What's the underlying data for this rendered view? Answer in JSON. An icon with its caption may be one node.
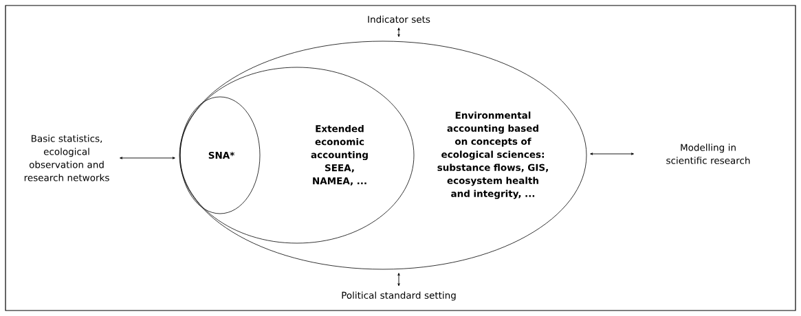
{
  "diagram": {
    "nodes": [
      {
        "text": [
          "Indicator sets"
        ]
      },
      {
        "text": [
          "Basic statistics, ecological observation and research networks"
        ]
      },
      {
        "text": [
          "Environmental accounting based on concepts of ecological sciences: substance flows, GIS, ecosystem health and integrity, ..."
        ]
      },
      {
        "text": [
          "Extended economic accounting SEEA, NAMEA, ..."
        ],
        "in": 2
      },
      {
        "text": [
          "SNA*"
        ],
        "in": 3
      },
      {
        "text": [
          "Modelling in scientific research"
        ]
      },
      {
        "text": [
          "Political standard setting"
        ]
      }
    ],
    "edges": [
      {
        "from": 0,
        "to": 2,
        "arrow": "both"
      },
      {
        "from": 1,
        "to": 2,
        "arrow": "both"
      },
      {
        "from": 2,
        "to": 5,
        "arrow": "both"
      },
      {
        "from": 2,
        "to": 6,
        "arrow": "both"
      }
    ]
  }
}
